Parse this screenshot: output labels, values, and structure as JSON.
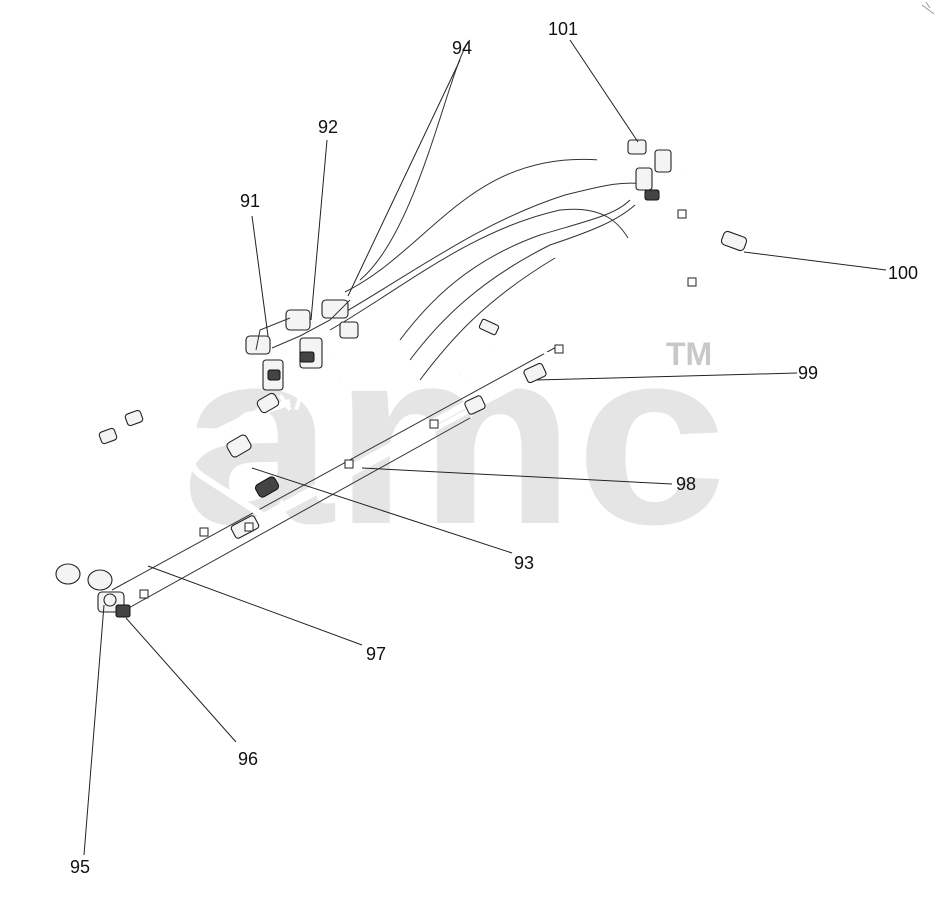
{
  "watermark": {
    "text": "amc",
    "trademark": "TM",
    "color": "#d0d0d0"
  },
  "callouts": [
    {
      "id": "91",
      "label": "91"
    },
    {
      "id": "92",
      "label": "92"
    },
    {
      "id": "93",
      "label": "93"
    },
    {
      "id": "94",
      "label": "94"
    },
    {
      "id": "95",
      "label": "95"
    },
    {
      "id": "96",
      "label": "96"
    },
    {
      "id": "97",
      "label": "97"
    },
    {
      "id": "98",
      "label": "98"
    },
    {
      "id": "99",
      "label": "99"
    },
    {
      "id": "100",
      "label": "100"
    },
    {
      "id": "101",
      "label": "101"
    }
  ]
}
